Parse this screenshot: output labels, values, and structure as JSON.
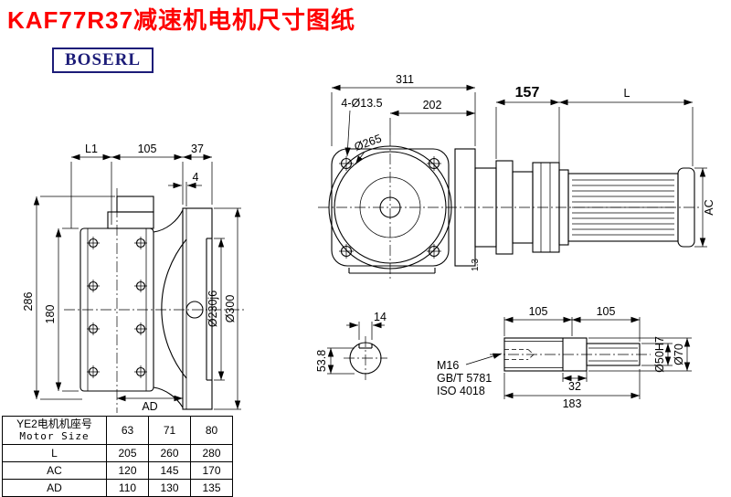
{
  "title": "KAF77R37减速机电机尺寸图纸",
  "logo": "BOSERL",
  "front_view": {
    "dim_311": "311",
    "dim_202": "202",
    "dim_holes": "4-Ø13.5",
    "dim_flange_dia": "Ø265",
    "dim_157": "157",
    "dim_L": "L",
    "dim_AC": "AC",
    "dim_gap": "1.3"
  },
  "side_view": {
    "dim_L1": "L1",
    "dim_105": "105",
    "dim_37": "37",
    "dim_4": "4",
    "dim_286": "286",
    "dim_180": "180",
    "dim_AD": "AD",
    "dim_spigot": "Ø230j6",
    "dim_flange_od": "Ø300"
  },
  "shaft_section": {
    "dim_key_width": "14",
    "dim_key_height": "53.8"
  },
  "shaft_detail": {
    "dim_105_a": "105",
    "dim_105_b": "105",
    "thread_label": "M16",
    "standard_1": "GB/T 5781",
    "standard_2": "ISO 4018",
    "dim_32": "32",
    "dim_183": "183",
    "dim_bore": "Ø50H7",
    "dim_od": "Ø70"
  },
  "table": {
    "header_cn": "YE2电机机座号",
    "header_en": "Motor Size",
    "sizes": [
      "63",
      "71",
      "80"
    ],
    "rows": [
      {
        "label": "L",
        "values": [
          "205",
          "260",
          "280"
        ]
      },
      {
        "label": "AC",
        "values": [
          "120",
          "145",
          "170"
        ]
      },
      {
        "label": "AD",
        "values": [
          "110",
          "130",
          "135"
        ]
      }
    ]
  }
}
